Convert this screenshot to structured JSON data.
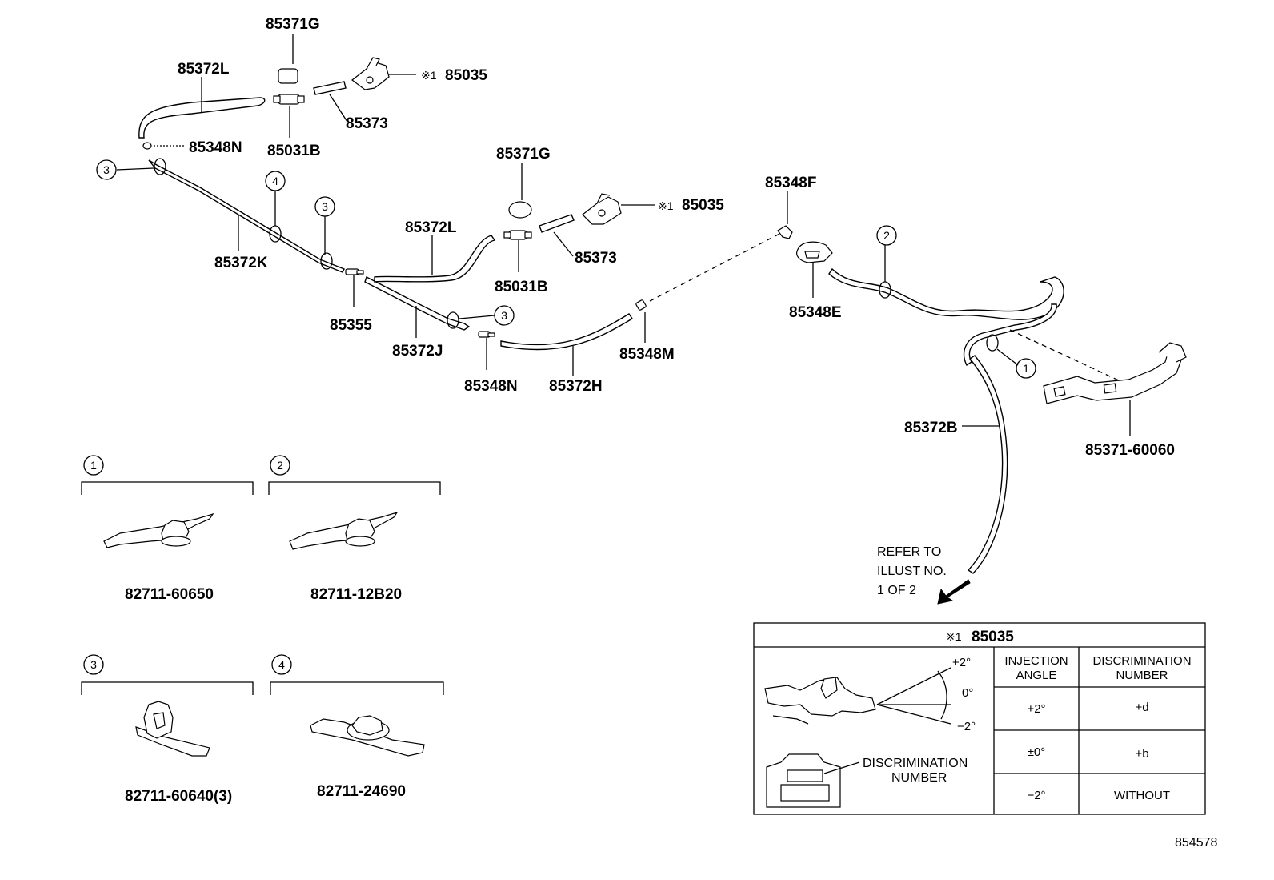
{
  "diagram_id": "854578",
  "parts": {
    "p85371G_a": "85371G",
    "p85372L_a": "85372L",
    "p85035_a": "85035",
    "p85373_a": "85373",
    "p85348N_a": "85348N",
    "p85031B_a": "85031B",
    "p85372K": "85372K",
    "p85371G_b": "85371G",
    "p85372L_b": "85372L",
    "p85035_b": "85035",
    "p85373_b": "85373",
    "p85031B_b": "85031B",
    "p85355": "85355",
    "p85372J": "85372J",
    "p85348N_b": "85348N",
    "p85372H": "85372H",
    "p85348M": "85348M",
    "p85348F": "85348F",
    "p85348E": "85348E",
    "p85372B": "85372B",
    "p85371_60060": "85371-60060"
  },
  "note_mark": "※1",
  "callouts": {
    "c3a": "3",
    "c4a": "4",
    "c3b": "3",
    "c3c": "3",
    "c2a": "2",
    "c1a": "1"
  },
  "clips": [
    {
      "index": "1",
      "part": "82711-60650"
    },
    {
      "index": "2",
      "part": "82711-12B20"
    },
    {
      "index": "3",
      "part": "82711-60640(3)"
    },
    {
      "index": "4",
      "part": "82711-24690"
    }
  ],
  "refer_note": {
    "line1": "REFER TO",
    "line2": "ILLUST NO.",
    "line3": "1 OF 2"
  },
  "detail_table": {
    "title": "85035",
    "title_mark": "※1",
    "angle_plus": "+2°",
    "angle_zero": "0°",
    "angle_minus": "−2°",
    "disc_label_1": "DISCRIMINATION",
    "disc_label_2": "NUMBER",
    "col1_header_1": "INJECTION",
    "col1_header_2": "ANGLE",
    "col2_header_1": "DISCRIMINATION",
    "col2_header_2": "NUMBER",
    "rows": [
      {
        "angle": "+2°",
        "number": "+d"
      },
      {
        "angle": "±0°",
        "number": "+b"
      },
      {
        "angle": "−2°",
        "number": "WITHOUT"
      }
    ]
  }
}
